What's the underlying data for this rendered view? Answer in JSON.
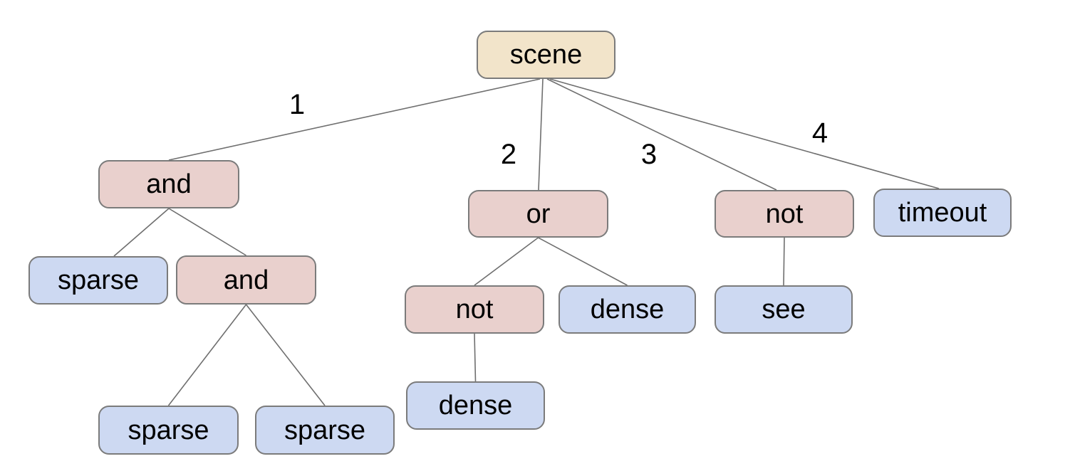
{
  "diagram": {
    "root_label": "scene",
    "colors": {
      "root_fill": "#f2e4ca",
      "operator_fill": "#e9d0cd",
      "leaf_fill": "#cdd9f2",
      "node_border": "#7b7b7b",
      "edge_line": "#6f6f6f",
      "text": "#000000",
      "background": "#ffffff"
    },
    "nodes": [
      {
        "id": "scene",
        "label": "scene",
        "kind": "root"
      },
      {
        "id": "and1",
        "label": "and",
        "kind": "operator"
      },
      {
        "id": "or1",
        "label": "or",
        "kind": "operator"
      },
      {
        "id": "not1",
        "label": "not",
        "kind": "operator"
      },
      {
        "id": "timeout",
        "label": "timeout",
        "kind": "leaf"
      },
      {
        "id": "sparse1",
        "label": "sparse",
        "kind": "leaf"
      },
      {
        "id": "and2",
        "label": "and",
        "kind": "operator"
      },
      {
        "id": "not2",
        "label": "not",
        "kind": "operator"
      },
      {
        "id": "dense1",
        "label": "dense",
        "kind": "leaf"
      },
      {
        "id": "see1",
        "label": "see",
        "kind": "leaf"
      },
      {
        "id": "sparse2",
        "label": "sparse",
        "kind": "leaf"
      },
      {
        "id": "sparse3",
        "label": "sparse",
        "kind": "leaf"
      },
      {
        "id": "dense2",
        "label": "dense",
        "kind": "leaf"
      }
    ],
    "edges": [
      {
        "from": "scene",
        "to": "and1",
        "label": "1"
      },
      {
        "from": "scene",
        "to": "or1",
        "label": "2"
      },
      {
        "from": "scene",
        "to": "not1",
        "label": "3"
      },
      {
        "from": "scene",
        "to": "timeout",
        "label": "4"
      },
      {
        "from": "and1",
        "to": "sparse1",
        "label": ""
      },
      {
        "from": "and1",
        "to": "and2",
        "label": ""
      },
      {
        "from": "and2",
        "to": "sparse2",
        "label": ""
      },
      {
        "from": "and2",
        "to": "sparse3",
        "label": ""
      },
      {
        "from": "or1",
        "to": "not2",
        "label": ""
      },
      {
        "from": "or1",
        "to": "dense1",
        "label": ""
      },
      {
        "from": "not2",
        "to": "dense2",
        "label": ""
      },
      {
        "from": "not1",
        "to": "see1",
        "label": ""
      }
    ]
  }
}
